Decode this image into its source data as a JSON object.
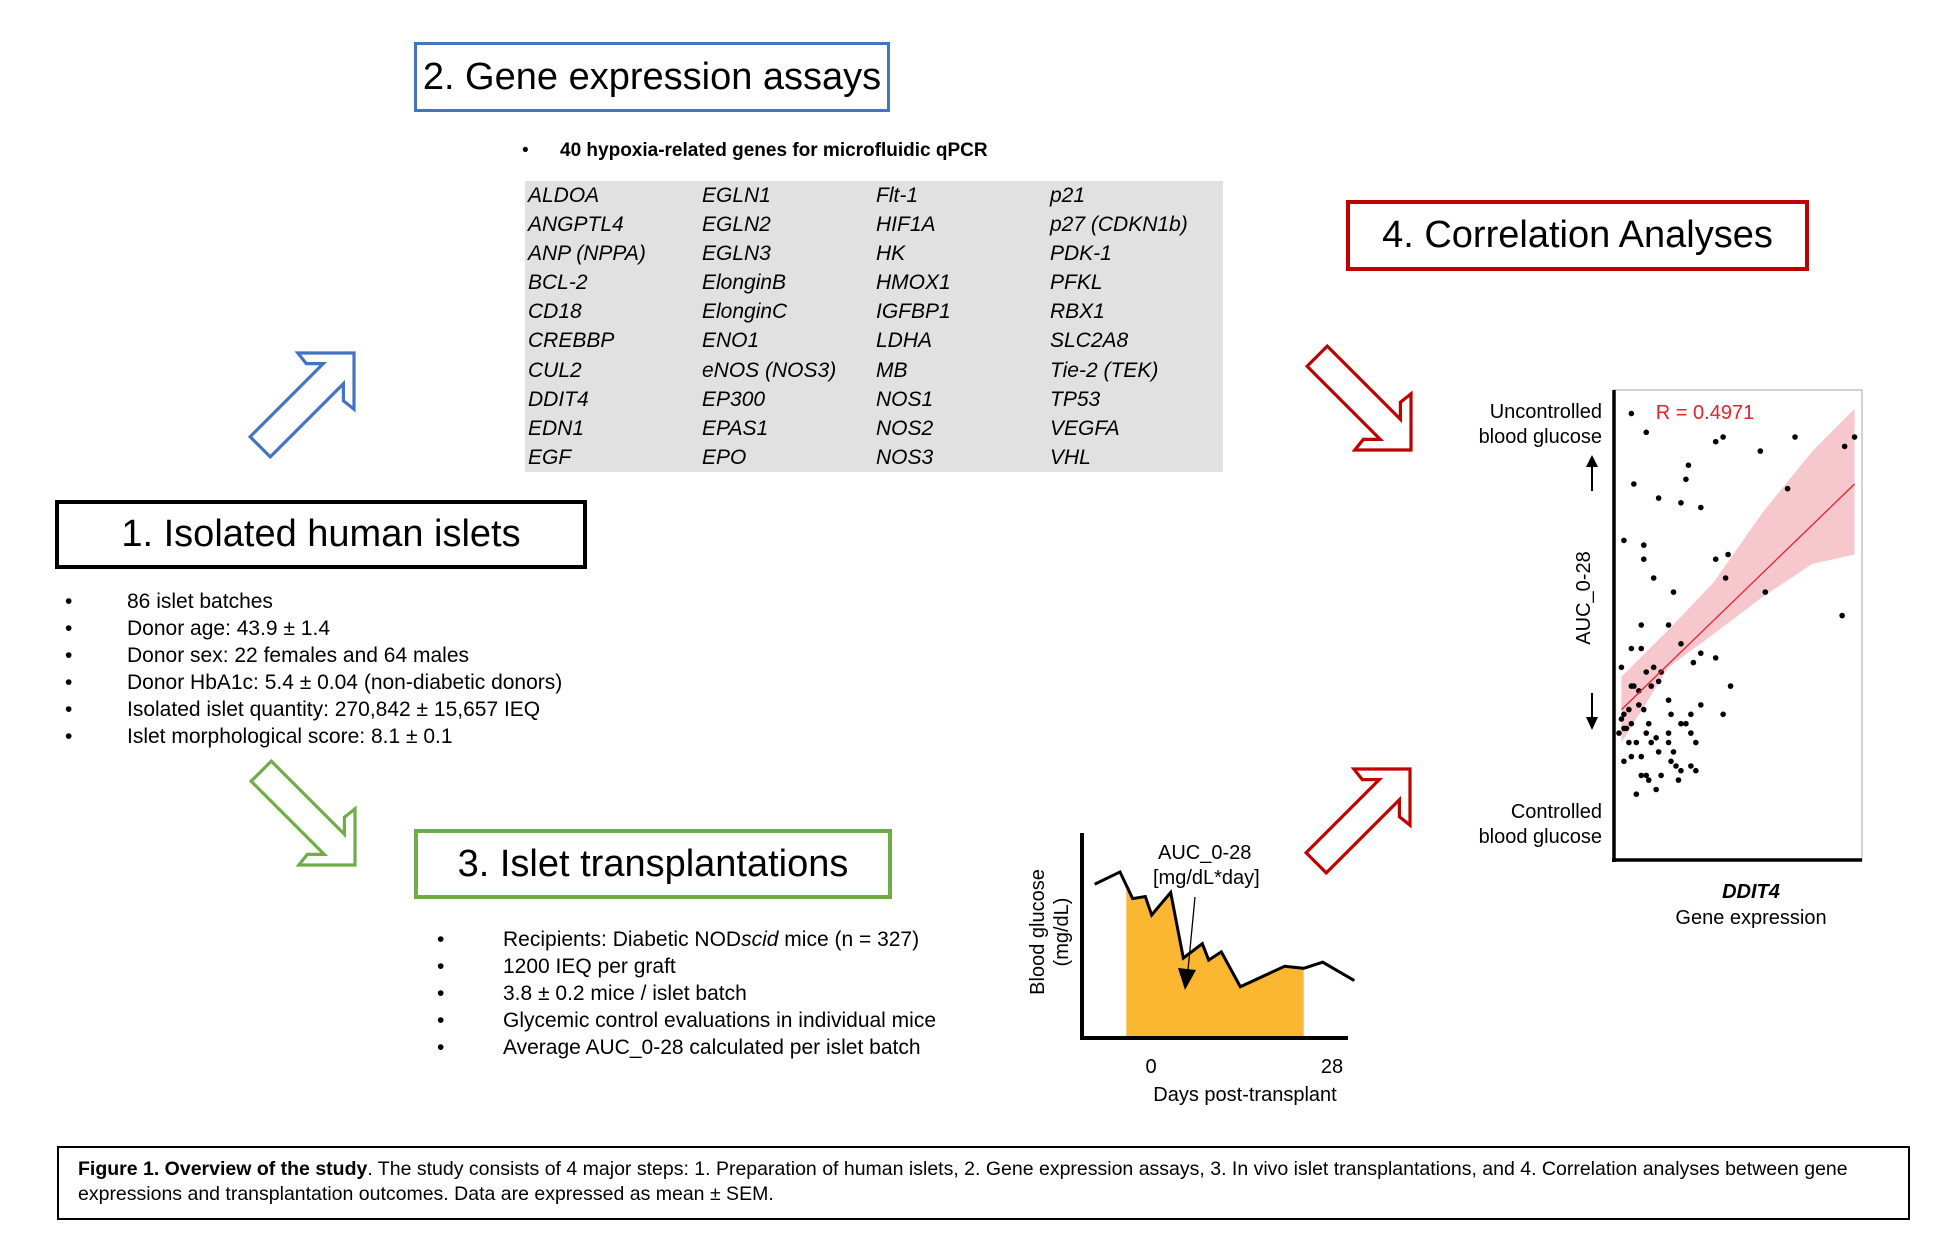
{
  "steps": {
    "step1": {
      "title": "1. Isolated human islets",
      "bullet": "•",
      "items": [
        "86 islet batches",
        "Donor age: 43.9 ± 1.4",
        "Donor sex: 22 females and 64 males",
        "Donor HbA1c: 5.4 ± 0.04 (non-diabetic donors)",
        "Isolated islet quantity: 270,842 ± 15,657 IEQ",
        "Islet morphological score: 8.1 ± 0.1"
      ]
    },
    "step2": {
      "title": "2. Gene expression assays",
      "bullet": "•",
      "heading": "40 hypoxia-related genes for microfluidic qPCR",
      "genes": [
        [
          "ALDOA",
          "EGLN1",
          "Flt-1",
          "p21"
        ],
        [
          "ANGPTL4",
          "EGLN2",
          "HIF1A",
          "p27 (CDKN1b)"
        ],
        [
          "ANP (NPPA)",
          "EGLN3",
          "HK",
          "PDK-1"
        ],
        [
          "BCL-2",
          "ElonginB",
          "HMOX1",
          "PFKL"
        ],
        [
          "CD18",
          "ElonginC",
          "IGFBP1",
          "RBX1"
        ],
        [
          "CREBBP",
          "ENO1",
          "LDHA",
          "SLC2A8"
        ],
        [
          "CUL2",
          "eNOS (NOS3)",
          "MB",
          "Tie-2 (TEK)"
        ],
        [
          "DDIT4",
          "EP300",
          "NOS1",
          "TP53"
        ],
        [
          "EDN1",
          "EPAS1",
          "NOS2",
          "VEGFA"
        ],
        [
          "EGF",
          "EPO",
          "NOS3",
          "VHL"
        ]
      ]
    },
    "step3": {
      "title": "3. Islet transplantations",
      "bullet": "•",
      "items": [
        {
          "pre": "Recipients: Diabetic NOD",
          "italic": "scid",
          "post": " mice (n = 327)"
        },
        {
          "pre": "1200 IEQ per graft",
          "italic": "",
          "post": ""
        },
        {
          "pre": "3.8 ± 0.2 mice / islet batch",
          "italic": "",
          "post": ""
        },
        {
          "pre": "Glycemic control evaluations in individual mice",
          "italic": "",
          "post": ""
        },
        {
          "pre": "Average AUC_0-28 calculated per islet batch",
          "italic": "",
          "post": ""
        }
      ]
    },
    "step4": {
      "title": "4. Correlation Analyses"
    }
  },
  "colors": {
    "step1": "#000000",
    "step2": "#4472c4",
    "step3": "#70ad47",
    "step4": "#c00000",
    "auc_fill": "#fbb632",
    "regression": "#e8202a",
    "ci_band": "#f6c5cb"
  },
  "arrows": [
    {
      "id": "arrow-1-to-2",
      "direction": "up-right",
      "color": "#4472c4"
    },
    {
      "id": "arrow-1-to-3",
      "direction": "down-right",
      "color": "#70ad47"
    },
    {
      "id": "arrow-2-to-4",
      "direction": "down-right",
      "color": "#c00000"
    },
    {
      "id": "arrow-3-to-4",
      "direction": "up-right",
      "color": "#c00000"
    }
  ],
  "chart_data": [
    {
      "type": "area",
      "title": "",
      "annotation": [
        "AUC_0-28",
        "[mg/dL*day]"
      ],
      "ylabel": [
        "Blood glucose",
        "(mg/dL)"
      ],
      "xlabel": "Days post-transplant",
      "xticks": [
        "0",
        "28"
      ],
      "xlim": [
        -7,
        35
      ],
      "ylim": [
        0,
        100
      ],
      "x": [
        -5,
        -1,
        1,
        3,
        4,
        7,
        9,
        12,
        13,
        15,
        18,
        25,
        28,
        31,
        36
      ],
      "y": [
        75,
        81,
        68,
        69,
        60,
        71,
        39,
        46,
        38,
        42,
        25,
        35,
        34,
        37,
        28
      ],
      "shaded_range": [
        0,
        28
      ]
    },
    {
      "type": "scatter",
      "annotation": "R = 0.4971",
      "xlabel_gene": "DDIT4",
      "xlabel": "Gene expression",
      "ylabel": "AUC_0-28",
      "ylabel_top": [
        "Uncontrolled",
        "blood glucose"
      ],
      "ylabel_bottom": [
        "Controlled",
        "blood glucose"
      ],
      "xlim": [
        0,
        100
      ],
      "ylim": [
        0,
        100
      ],
      "regression": {
        "x": [
          3,
          97
        ],
        "y": [
          32,
          80
        ]
      },
      "ci_upper": {
        "x": [
          3,
          22,
          40,
          60,
          80,
          97
        ],
        "y": [
          39,
          49,
          59,
          74,
          87,
          96
        ]
      },
      "ci_lower": {
        "x": [
          3,
          22,
          40,
          60,
          80,
          97
        ],
        "y": [
          25,
          41,
          48,
          56,
          63,
          65
        ]
      },
      "points": [
        [
          7,
          95
        ],
        [
          13,
          91
        ],
        [
          41,
          89
        ],
        [
          44,
          90
        ],
        [
          73,
          90
        ],
        [
          97,
          90
        ],
        [
          93,
          88
        ],
        [
          59,
          87
        ],
        [
          30,
          84
        ],
        [
          29,
          81
        ],
        [
          8,
          80
        ],
        [
          18,
          77
        ],
        [
          27,
          76
        ],
        [
          35,
          75
        ],
        [
          70,
          79
        ],
        [
          4,
          68
        ],
        [
          12,
          67
        ],
        [
          12,
          64
        ],
        [
          16,
          60
        ],
        [
          24,
          57
        ],
        [
          41,
          64
        ],
        [
          46,
          65
        ],
        [
          45,
          60
        ],
        [
          61,
          57
        ],
        [
          11,
          50
        ],
        [
          22,
          50
        ],
        [
          92,
          52
        ],
        [
          7,
          45
        ],
        [
          11,
          45
        ],
        [
          27,
          46
        ],
        [
          32,
          42
        ],
        [
          41,
          43
        ],
        [
          35,
          44
        ],
        [
          3,
          41
        ],
        [
          16,
          41
        ],
        [
          13,
          40
        ],
        [
          19,
          40
        ],
        [
          7,
          37
        ],
        [
          8,
          37
        ],
        [
          15,
          37
        ],
        [
          18,
          38
        ],
        [
          47,
          37
        ],
        [
          4,
          31
        ],
        [
          6,
          32
        ],
        [
          10,
          33
        ],
        [
          22,
          34
        ],
        [
          3,
          30
        ],
        [
          7,
          29
        ],
        [
          23,
          31
        ],
        [
          12,
          32
        ],
        [
          27,
          29
        ],
        [
          44,
          31
        ],
        [
          31,
          31
        ],
        [
          35,
          33
        ],
        [
          10,
          36
        ],
        [
          4,
          28
        ],
        [
          5,
          28
        ],
        [
          14,
          29
        ],
        [
          22,
          27
        ],
        [
          31,
          27
        ],
        [
          29,
          29
        ],
        [
          2,
          27
        ],
        [
          6,
          25
        ],
        [
          9,
          25
        ],
        [
          15,
          25
        ],
        [
          17,
          26
        ],
        [
          13,
          27
        ],
        [
          22,
          25
        ],
        [
          24,
          23
        ],
        [
          18,
          23
        ],
        [
          33,
          25
        ],
        [
          4,
          21
        ],
        [
          7,
          22
        ],
        [
          11,
          22
        ],
        [
          23,
          21
        ],
        [
          25,
          20
        ],
        [
          27,
          19
        ],
        [
          19,
          18
        ],
        [
          11,
          18
        ],
        [
          13,
          18
        ],
        [
          14,
          17
        ],
        [
          26,
          17
        ],
        [
          33,
          19
        ],
        [
          17,
          15
        ],
        [
          9,
          14
        ],
        [
          31,
          20
        ]
      ]
    }
  ],
  "caption": {
    "bold": "Figure 1. Overview of the study",
    "text": ". The study consists of 4 major steps: 1. Preparation of human islets, 2. Gene expression assays, 3. In vivo islet transplantations, and 4. Correlation analyses between gene expressions and transplantation outcomes. Data are expressed as mean ± SEM."
  }
}
